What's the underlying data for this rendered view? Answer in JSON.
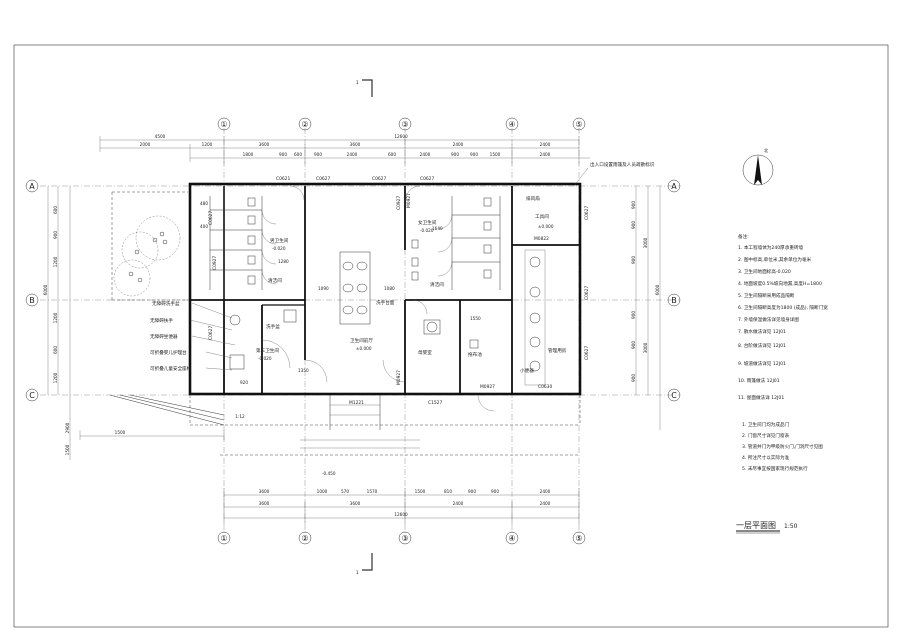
{
  "drawing": {
    "title": "一层平面图",
    "scale": "1:50",
    "north_label": "北",
    "section_mark": "1"
  },
  "axes": {
    "columns": [
      "①",
      "②",
      "③",
      "④",
      "⑤"
    ],
    "rows": [
      "A",
      "B",
      "C"
    ]
  },
  "dimensions": {
    "top_overall": "12600",
    "top_col_bays": [
      "3600",
      "3600",
      "2400",
      "2400"
    ],
    "top_detail": [
      "1800",
      "900",
      "600",
      "900",
      "2400",
      "600",
      "2400",
      "900",
      "900",
      "1500",
      "2400"
    ],
    "top_left_ext": [
      "4500",
      "2000",
      "1200"
    ],
    "bottom_overall": "12600",
    "bottom_col_bays": [
      "3600",
      "3600",
      "2400",
      "2400"
    ],
    "bottom_detail": [
      "3600",
      "1000",
      "570",
      "1570",
      "1500",
      "810",
      "900",
      "900",
      "2400"
    ],
    "right_overall": "6000",
    "right_bays": [
      "3000",
      "3000"
    ],
    "right_detail": [
      "900",
      "900",
      "900",
      "900",
      "900",
      "900"
    ],
    "left_overall": "6000",
    "left_detail": [
      "600",
      "900",
      "1200",
      "1200",
      "600",
      "1200"
    ],
    "ramp_width": "1500",
    "ramp_slope": "1:12",
    "left_bottom": [
      "2900",
      "1500"
    ],
    "entry_level": "-0.450",
    "misc": [
      "1280",
      "1640",
      "1090",
      "1080",
      "1550",
      "920",
      "1350",
      "480",
      "400"
    ]
  },
  "elevations": [
    "±0.000",
    "-0.020",
    "-0.020",
    "-0.020",
    "±0.000"
  ],
  "rooms": {
    "male_wc": "男卫生间",
    "female_wc": "女卫生间",
    "third_wc": "第三卫生间",
    "washroom": "卫生间前厅",
    "mother_room": "母婴室",
    "tool_room": "工具间",
    "mgmt_room": "管理用房",
    "cleaning_room": "清洁间",
    "hand_basin": "洗手盆",
    "urinal": "小便器",
    "dry_area": "拖布池",
    "seat": "座便器",
    "accessible_basin": "无障碍洗手盆",
    "accessible_seat": "无障碍坐便器",
    "grab_bar": "无障碍扶手",
    "folding_seat": "可折叠婴儿护理台",
    "child_seat": "可折叠儿童安全座椅",
    "sink_counter": "洗手台面",
    "high_window": "排风扇",
    "infra_note": "出入口设置雨篷及人员疏散标识"
  },
  "doors": {
    "c0621": "C0621",
    "c0627_a": "C0627",
    "c0627_b": "C0627",
    "c0627_c": "C0627",
    "c0927_l": "C0927",
    "c0927_r": "C0927",
    "m0822": "M0822",
    "m0927_a": "M0927",
    "m0927_b": "M0927",
    "m0927_c": "M0927",
    "m1221": "M1221",
    "c1527": "C1527",
    "c0630": "C0630",
    "c0627_l1": "C0627",
    "c0627_l2": "C0627",
    "c0627_r1": "C0627",
    "c0627_r2": "C0627",
    "c0627_r3": "C0627"
  },
  "notes": {
    "heading": "备注:",
    "items": [
      "1. 本工程墙体为240厚承重砖墙",
      "2. 图中标高,单位米,其余单位为毫米",
      "3. 卫生间地面标高-0.020",
      "4. 地面坡度0.5%坡向地漏,高度H=1800",
      "5. 卫生间隔断采用成品隔断",
      "6. 卫生间隔断高度为1800 (成品), 隔断门宽",
      "7. 外墙保温做法详见墙身详图",
      "7. 散水做法详见 12J01",
      "8. 台阶做法详见 12J01",
      "9. 坡道做法详见 12J01",
      "10. 雨篷做法 12J01",
      "11. 屋面做法详 12J01"
    ],
    "sub_items": [
      "1. 卫生间门均为成品门",
      "2. 门窗尺寸详见门窗表",
      "3. 管道井门为甲级防火门,门洞尺寸见图",
      "4. 所注尺寸以实际为准",
      "5. 未尽事宜按国家现行规范执行"
    ]
  }
}
